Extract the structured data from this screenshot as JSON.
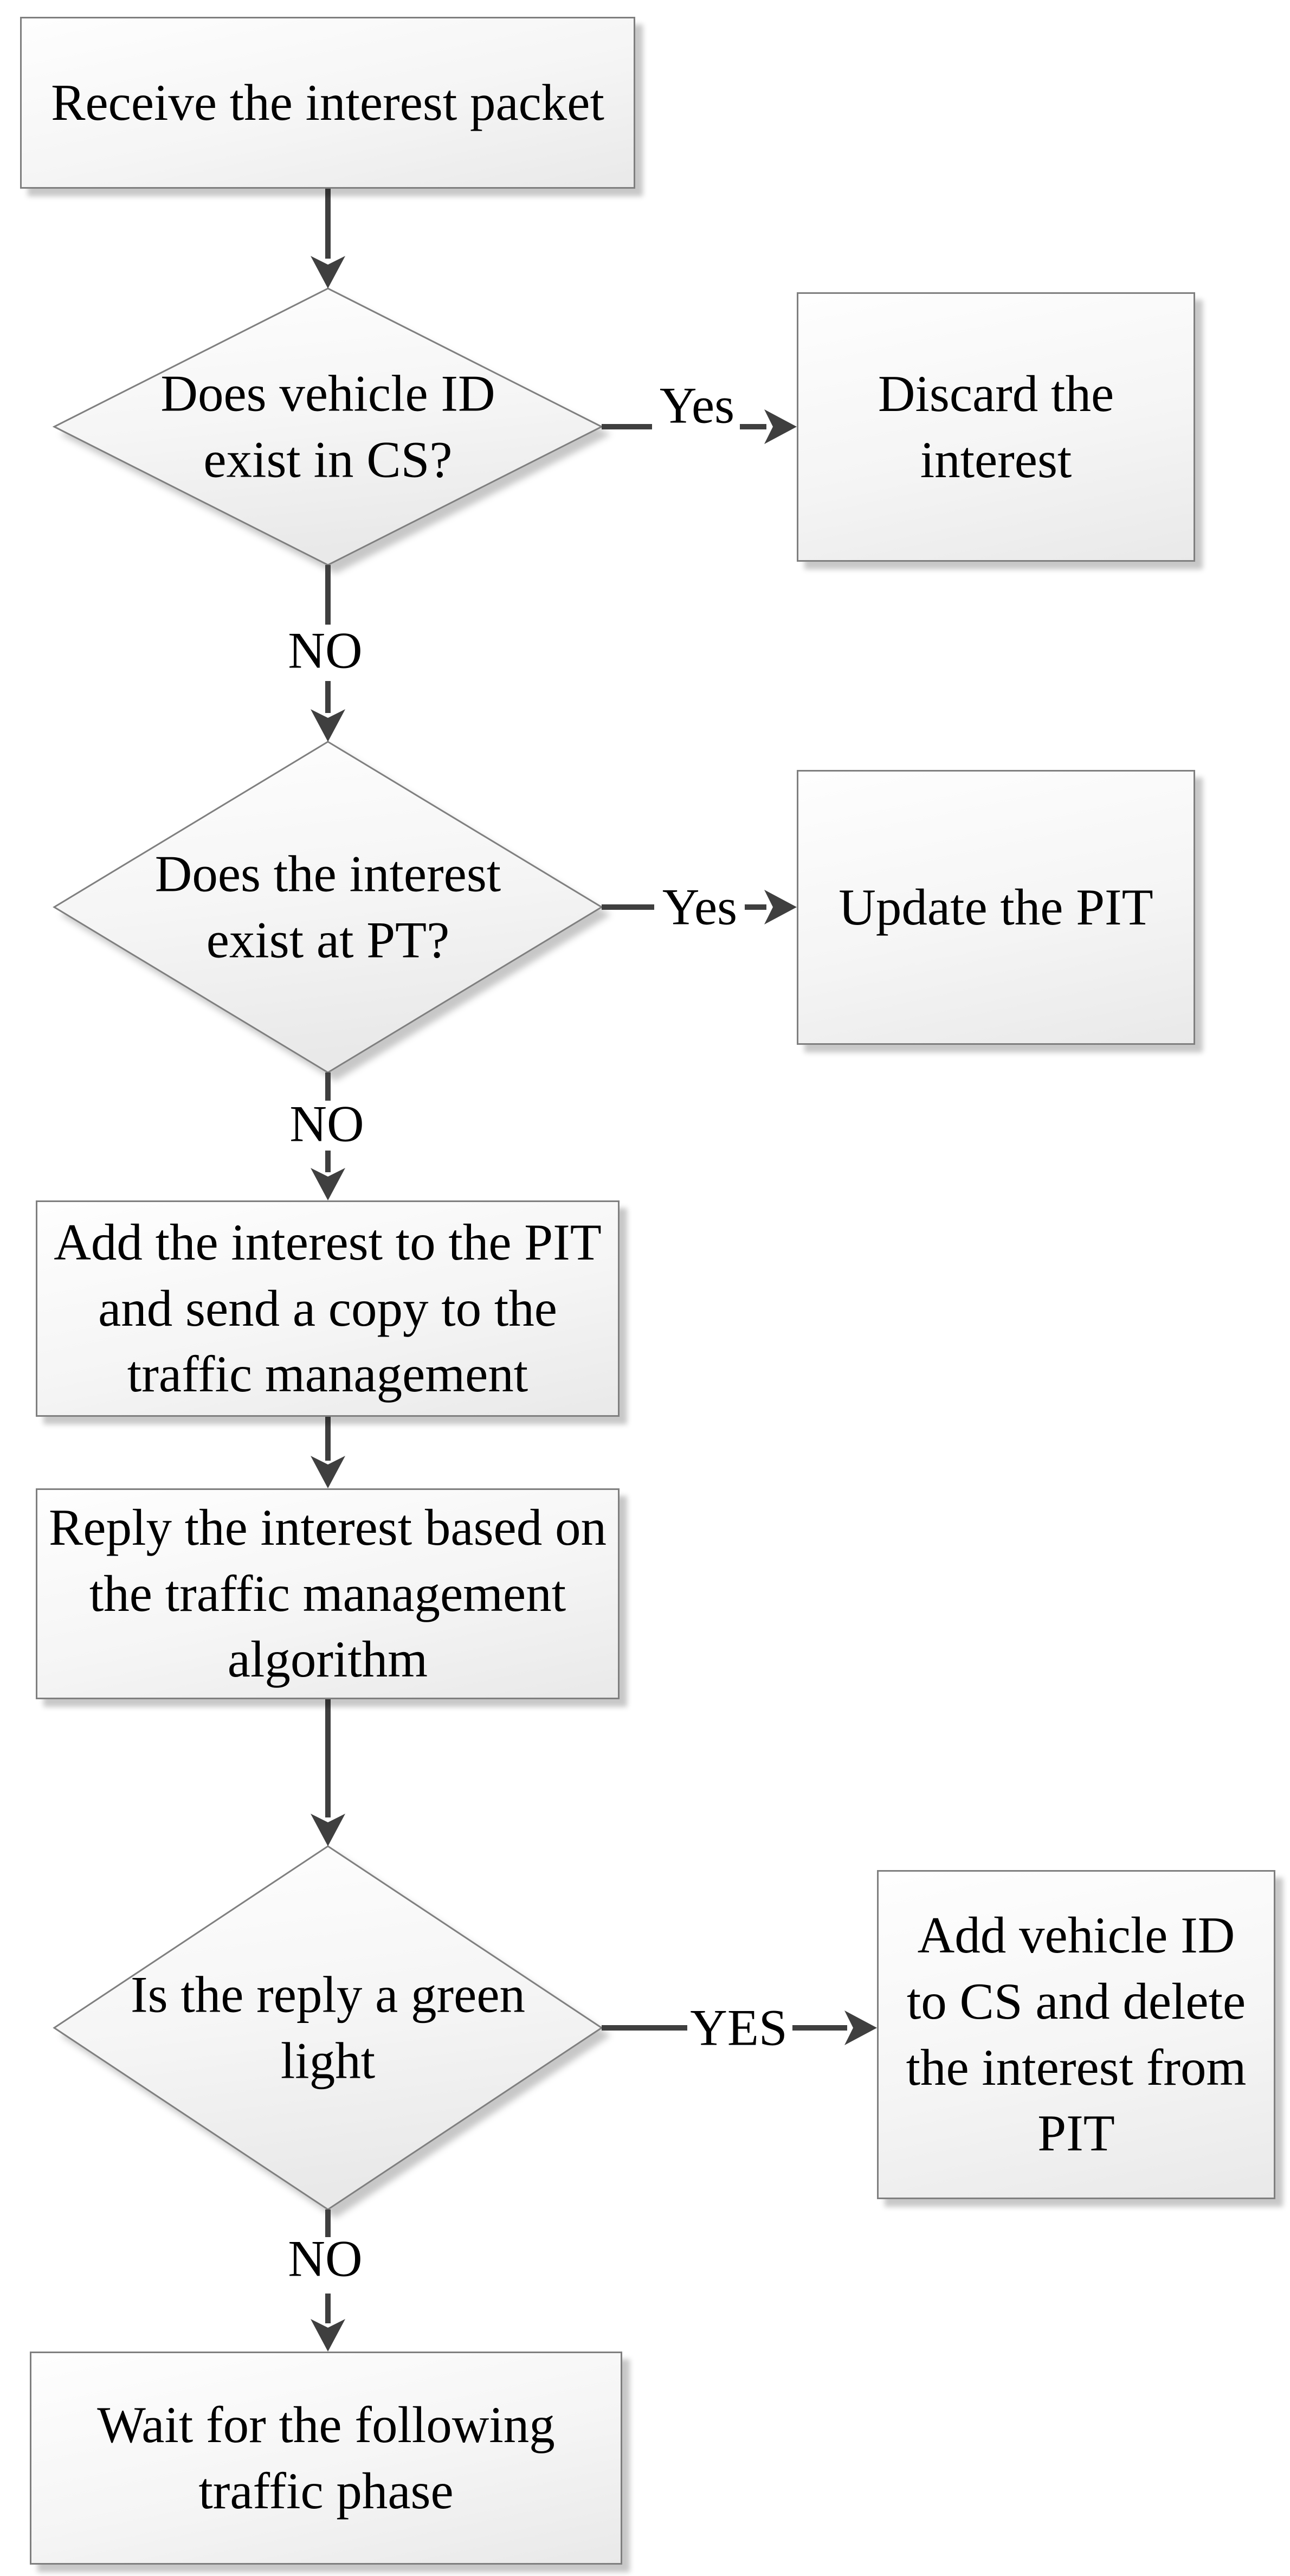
{
  "nodes": {
    "start": {
      "label": "Receive the interest packet",
      "type": "process"
    },
    "d1": {
      "label": "Does vehicle ID\nexist in CS?",
      "type": "decision"
    },
    "discard": {
      "label": "Discard the\ninterest",
      "type": "process"
    },
    "d2": {
      "label": "Does the interest\nexist at PT?",
      "type": "decision"
    },
    "update": {
      "label": "Update the PIT",
      "type": "process"
    },
    "add_pit": {
      "label": "Add the interest to the PIT\nand send a copy to the\ntraffic management",
      "type": "process"
    },
    "reply": {
      "label": "Reply the interest based on\nthe traffic management\nalgorithm",
      "type": "process"
    },
    "d3": {
      "label": "Is the reply a green\nlight",
      "type": "decision"
    },
    "add_cs": {
      "label": "Add vehicle ID\nto CS and delete\nthe interest from\nPIT",
      "type": "process"
    },
    "wait": {
      "label": "Wait for the following\ntraffic phase",
      "type": "process"
    }
  },
  "edge_labels": {
    "yes1": "Yes",
    "no1": "NO",
    "yes2": "Yes",
    "no2": "NO",
    "yes3": "YES",
    "no3": "NO"
  },
  "colors": {
    "node_fill_top": "#fefefe",
    "node_fill_bottom": "#e9e9e9",
    "node_border": "#7f7f7f",
    "connector": "#3f3f3f",
    "text": "#000000",
    "background": "#ffffff"
  }
}
